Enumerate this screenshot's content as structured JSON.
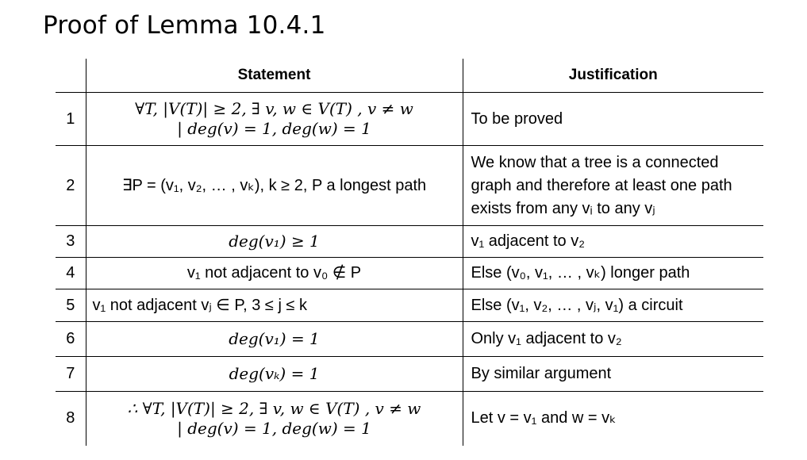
{
  "title": "Proof of Lemma 10.4.1",
  "table": {
    "headers": {
      "num": "",
      "statement": "Statement",
      "justification": "Justification"
    },
    "rows": [
      {
        "num": "1",
        "statement": [
          "∀T, |V(T)| ≥ 2, ∃ v, w ∈ V(T) , v ≠ w",
          "| deg(v) = 1, deg(w) = 1"
        ],
        "justification": "To be proved"
      },
      {
        "num": "2",
        "statement": [
          "∃P = (v₁, v₂, … , vₖ),  k ≥ 2, P a longest path"
        ],
        "justification": "We know that a tree is a connected graph and therefore at least one path exists from any vᵢ to any vⱼ"
      },
      {
        "num": "3",
        "statement": [
          "deg(v₁) ≥ 1"
        ],
        "justification": "v₁ adjacent to v₂"
      },
      {
        "num": "4",
        "statement": [
          "v₁ not adjacent to v₀ ∉ P"
        ],
        "justification": "Else (v₀, v₁, … , vₖ) longer path"
      },
      {
        "num": "5",
        "statement": [
          "v₁ not adjacent vⱼ ∈ P, 3 ≤ j ≤ k"
        ],
        "justification": "Else (v₁, v₂, … , vⱼ, v₁) a circuit"
      },
      {
        "num": "6",
        "statement": [
          "deg(v₁) = 1"
        ],
        "justification": "Only v₁ adjacent to v₂"
      },
      {
        "num": "7",
        "statement": [
          "deg(vₖ) = 1"
        ],
        "justification": "By similar argument"
      },
      {
        "num": "8",
        "statement": [
          "∴ ∀T, |V(T)| ≥ 2, ∃ v, w ∈ V(T) , v ≠ w",
          "| deg(v) = 1, deg(w) = 1"
        ],
        "justification": "Let v = v₁ and w = vₖ"
      }
    ]
  }
}
